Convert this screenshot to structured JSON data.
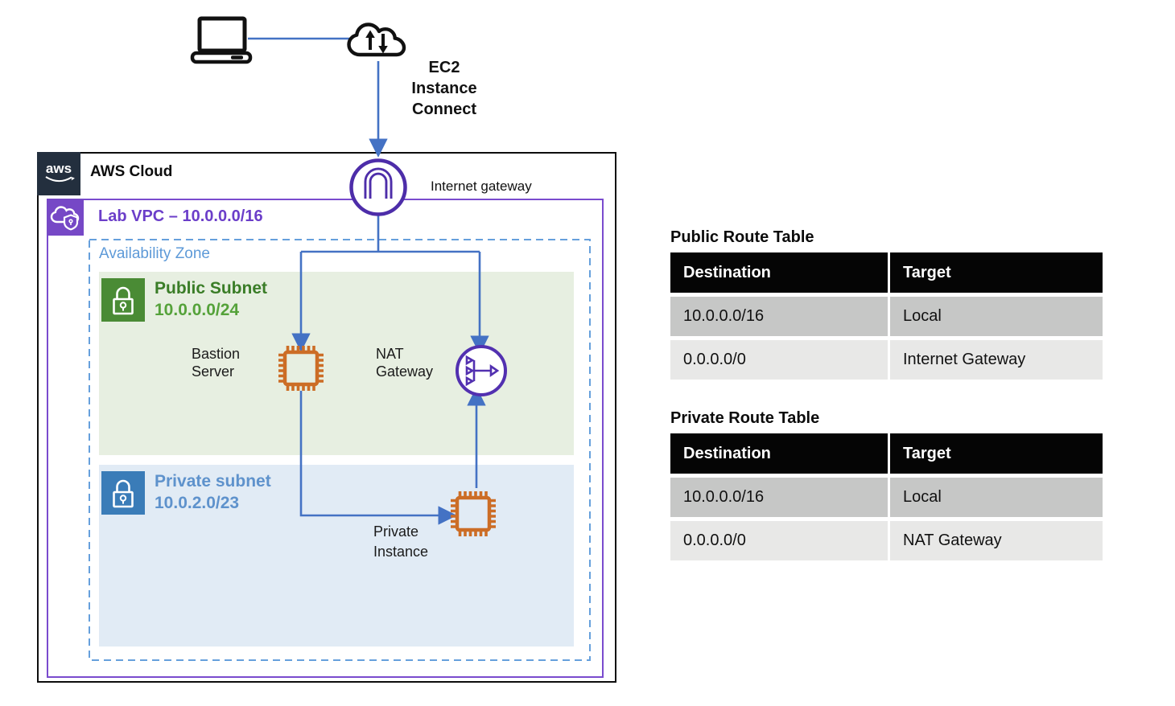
{
  "external_connection": {
    "label_lines": [
      "EC2",
      "Instance",
      "Connect"
    ],
    "icons": [
      "client-computer",
      "internet-cloud"
    ]
  },
  "aws_cloud": {
    "logo_text": "aws",
    "title": "AWS Cloud"
  },
  "internet_gateway": {
    "label": "Internet gateway"
  },
  "vpc": {
    "label": "Lab VPC – 10.0.0.0/16"
  },
  "availability_zone": {
    "label": "Availability Zone"
  },
  "public_subnet": {
    "name": "Public Subnet",
    "cidr": "10.0.0.0/24"
  },
  "private_subnet": {
    "name": "Private subnet",
    "cidr": "10.0.2.0/23"
  },
  "nodes": {
    "bastion": {
      "lines": [
        "Bastion",
        "Server"
      ]
    },
    "nat": {
      "lines": [
        "NAT",
        "Gateway"
      ]
    },
    "private_instance": {
      "lines": [
        "Private",
        "Instance"
      ]
    }
  },
  "route_tables": {
    "public": {
      "title": "Public Route Table",
      "headers": [
        "Destination",
        "Target"
      ],
      "rows": [
        [
          "10.0.0.0/16",
          "Local"
        ],
        [
          "0.0.0.0/0",
          "Internet Gateway"
        ]
      ]
    },
    "private": {
      "title": "Private Route Table",
      "headers": [
        "Destination",
        "Target"
      ],
      "rows": [
        [
          "10.0.0.0/16",
          "Local"
        ],
        [
          "0.0.0.0/0",
          "NAT Gateway"
        ]
      ]
    }
  },
  "colors": {
    "arrow_blue": "#4472C4",
    "aws_dark_navy": "#232F3E",
    "vpc_purple_border": "#7A4BCE",
    "vpc_purple_text": "#6B3EC9",
    "gateway_purple": "#4D2DA9",
    "az_blue": "#66A0DC",
    "public_green_bg": "#E7EFE1",
    "public_green_icon": "#4A8B35",
    "public_green_text": "#3A7D27",
    "private_blue_bg": "#E1EBF5",
    "private_blue_icon": "#3A7CB8",
    "private_blue_text": "#5E92CC",
    "ec2_orange": "#CC6D26",
    "table_header_bg": "#050505",
    "table_row1_bg": "#C6C7C6",
    "table_row2_bg": "#E8E8E7"
  }
}
